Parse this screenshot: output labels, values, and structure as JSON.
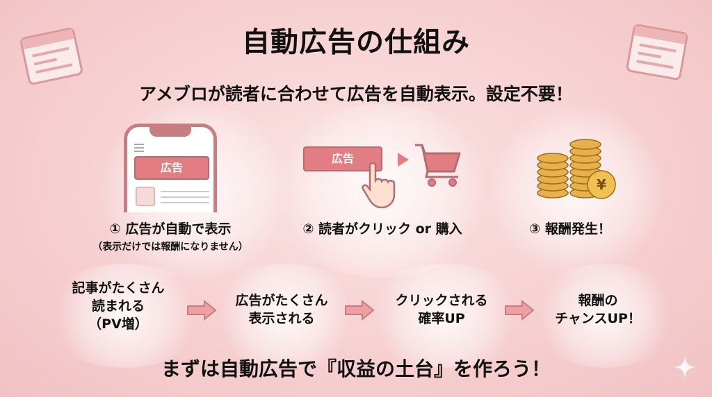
{
  "title": "自動広告の仕組み",
  "subtitle": "アメブロが読者に合わせて広告を自動表示。設定不要！",
  "steps": [
    {
      "caption": "① 広告が自動で表示",
      "note": "（表示だけでは報酬になりません）",
      "ad_label": "広告",
      "icon": "smartphone-icon"
    },
    {
      "caption": "② 読者がクリック or 購入",
      "ad_label": "広告",
      "icon": "cart-icon"
    },
    {
      "caption": "③ 報酬発生！",
      "coin_symbol": "¥",
      "icon": "coins-icon"
    }
  ],
  "flow": [
    {
      "line1": "記事がたくさん",
      "line2": "読まれる",
      "line3": "（PV増）"
    },
    {
      "line1": "広告がたくさん",
      "line2": "表示される"
    },
    {
      "line1": "クリックされる",
      "line2": "確率UP"
    },
    {
      "line1": "報酬の",
      "line2": "チャンスUP！"
    }
  ],
  "bottom_message": "まずは自動広告で『収益の土台』を作ろう！",
  "colors": {
    "accent": "#e27e83",
    "border": "#b86b6e",
    "background": "#f6cfd0"
  }
}
